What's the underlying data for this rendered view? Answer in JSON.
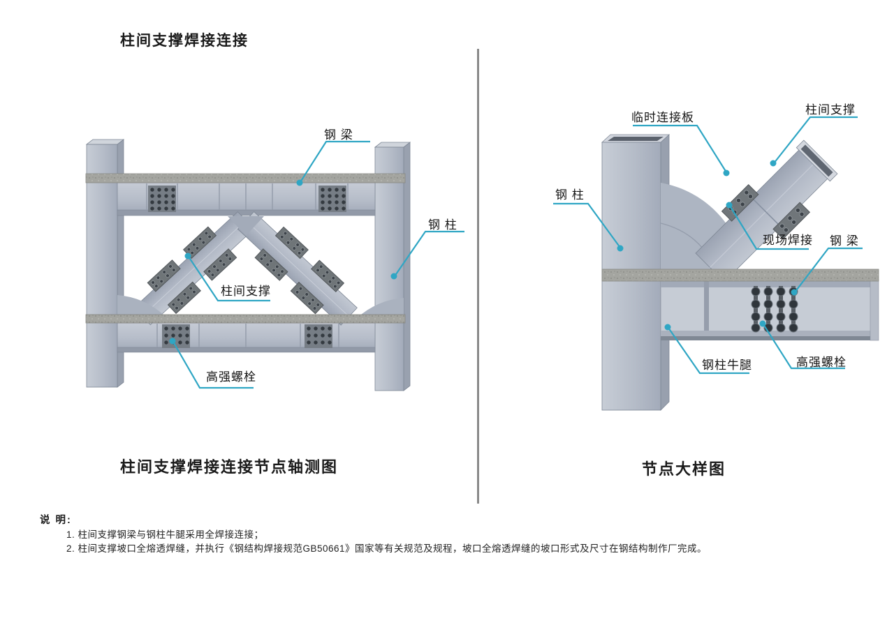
{
  "page": {
    "title": "柱间支撑焊接连接",
    "divider_color": "#8a8a8a",
    "background": "#ffffff"
  },
  "left_panel": {
    "caption": "柱间支撑焊接连接节点轴测图",
    "labels": {
      "steel_beam": "钢 梁",
      "steel_column": "钢 柱",
      "column_brace": "柱间支撑",
      "high_strength_bolt": "高强螺栓"
    }
  },
  "right_panel": {
    "caption": "节点大样图",
    "labels": {
      "temporary_connection_plate": "临时连接板",
      "column_brace": "柱间支撑",
      "steel_column": "钢 柱",
      "site_weld": "现场焊接",
      "steel_beam": "钢 梁",
      "column_corbel": "钢柱牛腿",
      "high_strength_bolt": "高强螺栓"
    }
  },
  "notes": {
    "heading": "说 明:",
    "items": [
      "1. 柱间支撑钢梁与钢柱牛腿采用全焊接连接；",
      "2. 柱间支撑坡口全熔透焊缝，并执行《钢结构焊接规范GB50661》国家等有关规范及规程，坡口全熔透焊缝的坡口形式及尺寸在钢结构制作厂完成。"
    ]
  },
  "colors": {
    "leader": "#2fa6c4",
    "steel_light": "#ccd1da",
    "steel_mid": "#b4bbc7",
    "steel_dark": "#8f97a5",
    "slab": "#a6a7a2",
    "plate": "#70767a",
    "bolt": "#3e444b"
  }
}
